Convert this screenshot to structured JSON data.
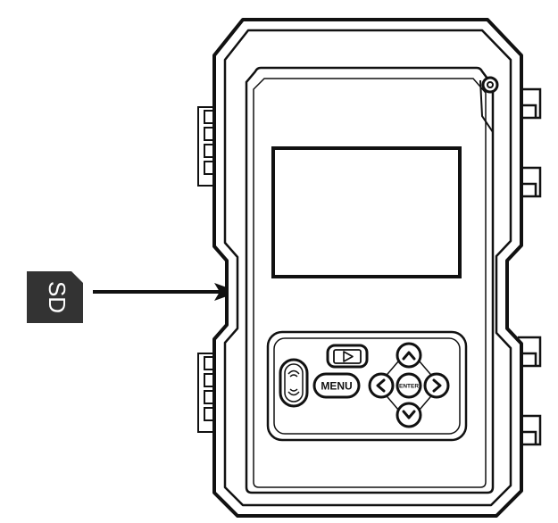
{
  "sd_card": {
    "label": "SD"
  },
  "controls": {
    "menu_label": "MENU",
    "enter_label": "ENTER",
    "playback_icon": "play-triangle-icon",
    "up_icon": "chevron-up-icon",
    "down_icon": "chevron-down-icon",
    "left_icon": "chevron-left-icon",
    "right_icon": "chevron-right-icon",
    "ir_icon": "ir-sensor-icon"
  },
  "colors": {
    "line": "#111111",
    "background": "#ffffff",
    "sd_fill": "#333333"
  }
}
